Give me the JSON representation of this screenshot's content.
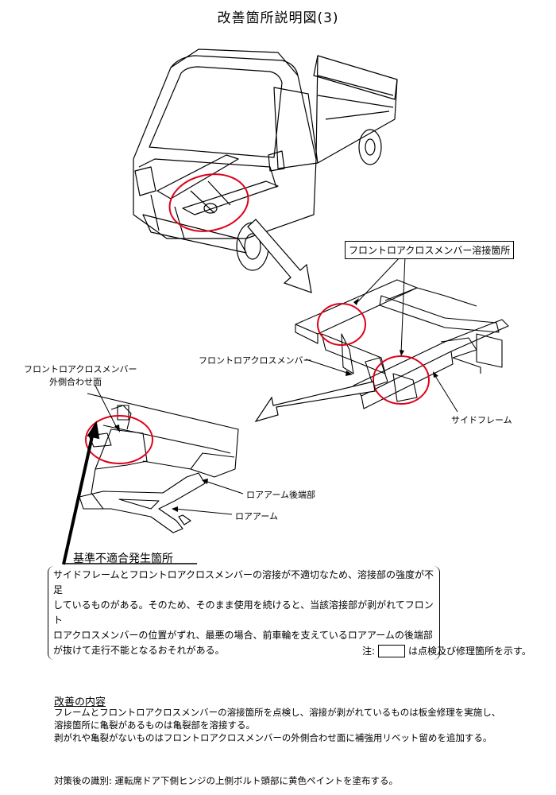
{
  "title": "改善箇所説明図(3)",
  "labels": {
    "weld_box": "フロントロアクロスメンバー溶接箇所",
    "front_cross": "フロントロアクロスメンバー",
    "side_frame": "サイドフレーム",
    "outer_face_line1": "フロントロアクロスメンバー",
    "outer_face_line2": "外側合わせ面",
    "lower_arm_rear": "ロアアーム後端部",
    "lower_arm": "ロアアーム"
  },
  "problem": {
    "heading": "基準不適合発生箇所",
    "lines": [
      "サイドフレームとフロントロアクロスメンバーの溶接が不適切なため、溶接部の強度が不足",
      "しているものがある。そのため、そのまま使用を続けると、当該溶接部が剥がれてフロント",
      "ロアクロスメンバーの位置がずれ、最悪の場合、前車輪を支えているロアアームの後端部",
      "が抜けて走行不能となるおそれがある。"
    ]
  },
  "note": {
    "prefix": "注:",
    "suffix": "は点検及び修理箇所を示す。"
  },
  "improvement": {
    "heading": "改善の内容",
    "lines": [
      "フレームとフロントロアクロスメンバーの溶接箇所を点検し、溶接が剥がれているものは板金修理を実施し、",
      "溶接箇所に亀裂があるものは亀裂部を溶接する。",
      "剥がれや亀裂がないものはフロントロアクロスメンバーの外側合わせ面に補強用リベット留めを追加する。"
    ]
  },
  "identification": "対策後の識別: 運転席ドア下側ヒンジの上側ボルト頭部に黄色ペイントを塗布する。",
  "colors": {
    "highlight": "#e0001b",
    "line": "#000000"
  }
}
